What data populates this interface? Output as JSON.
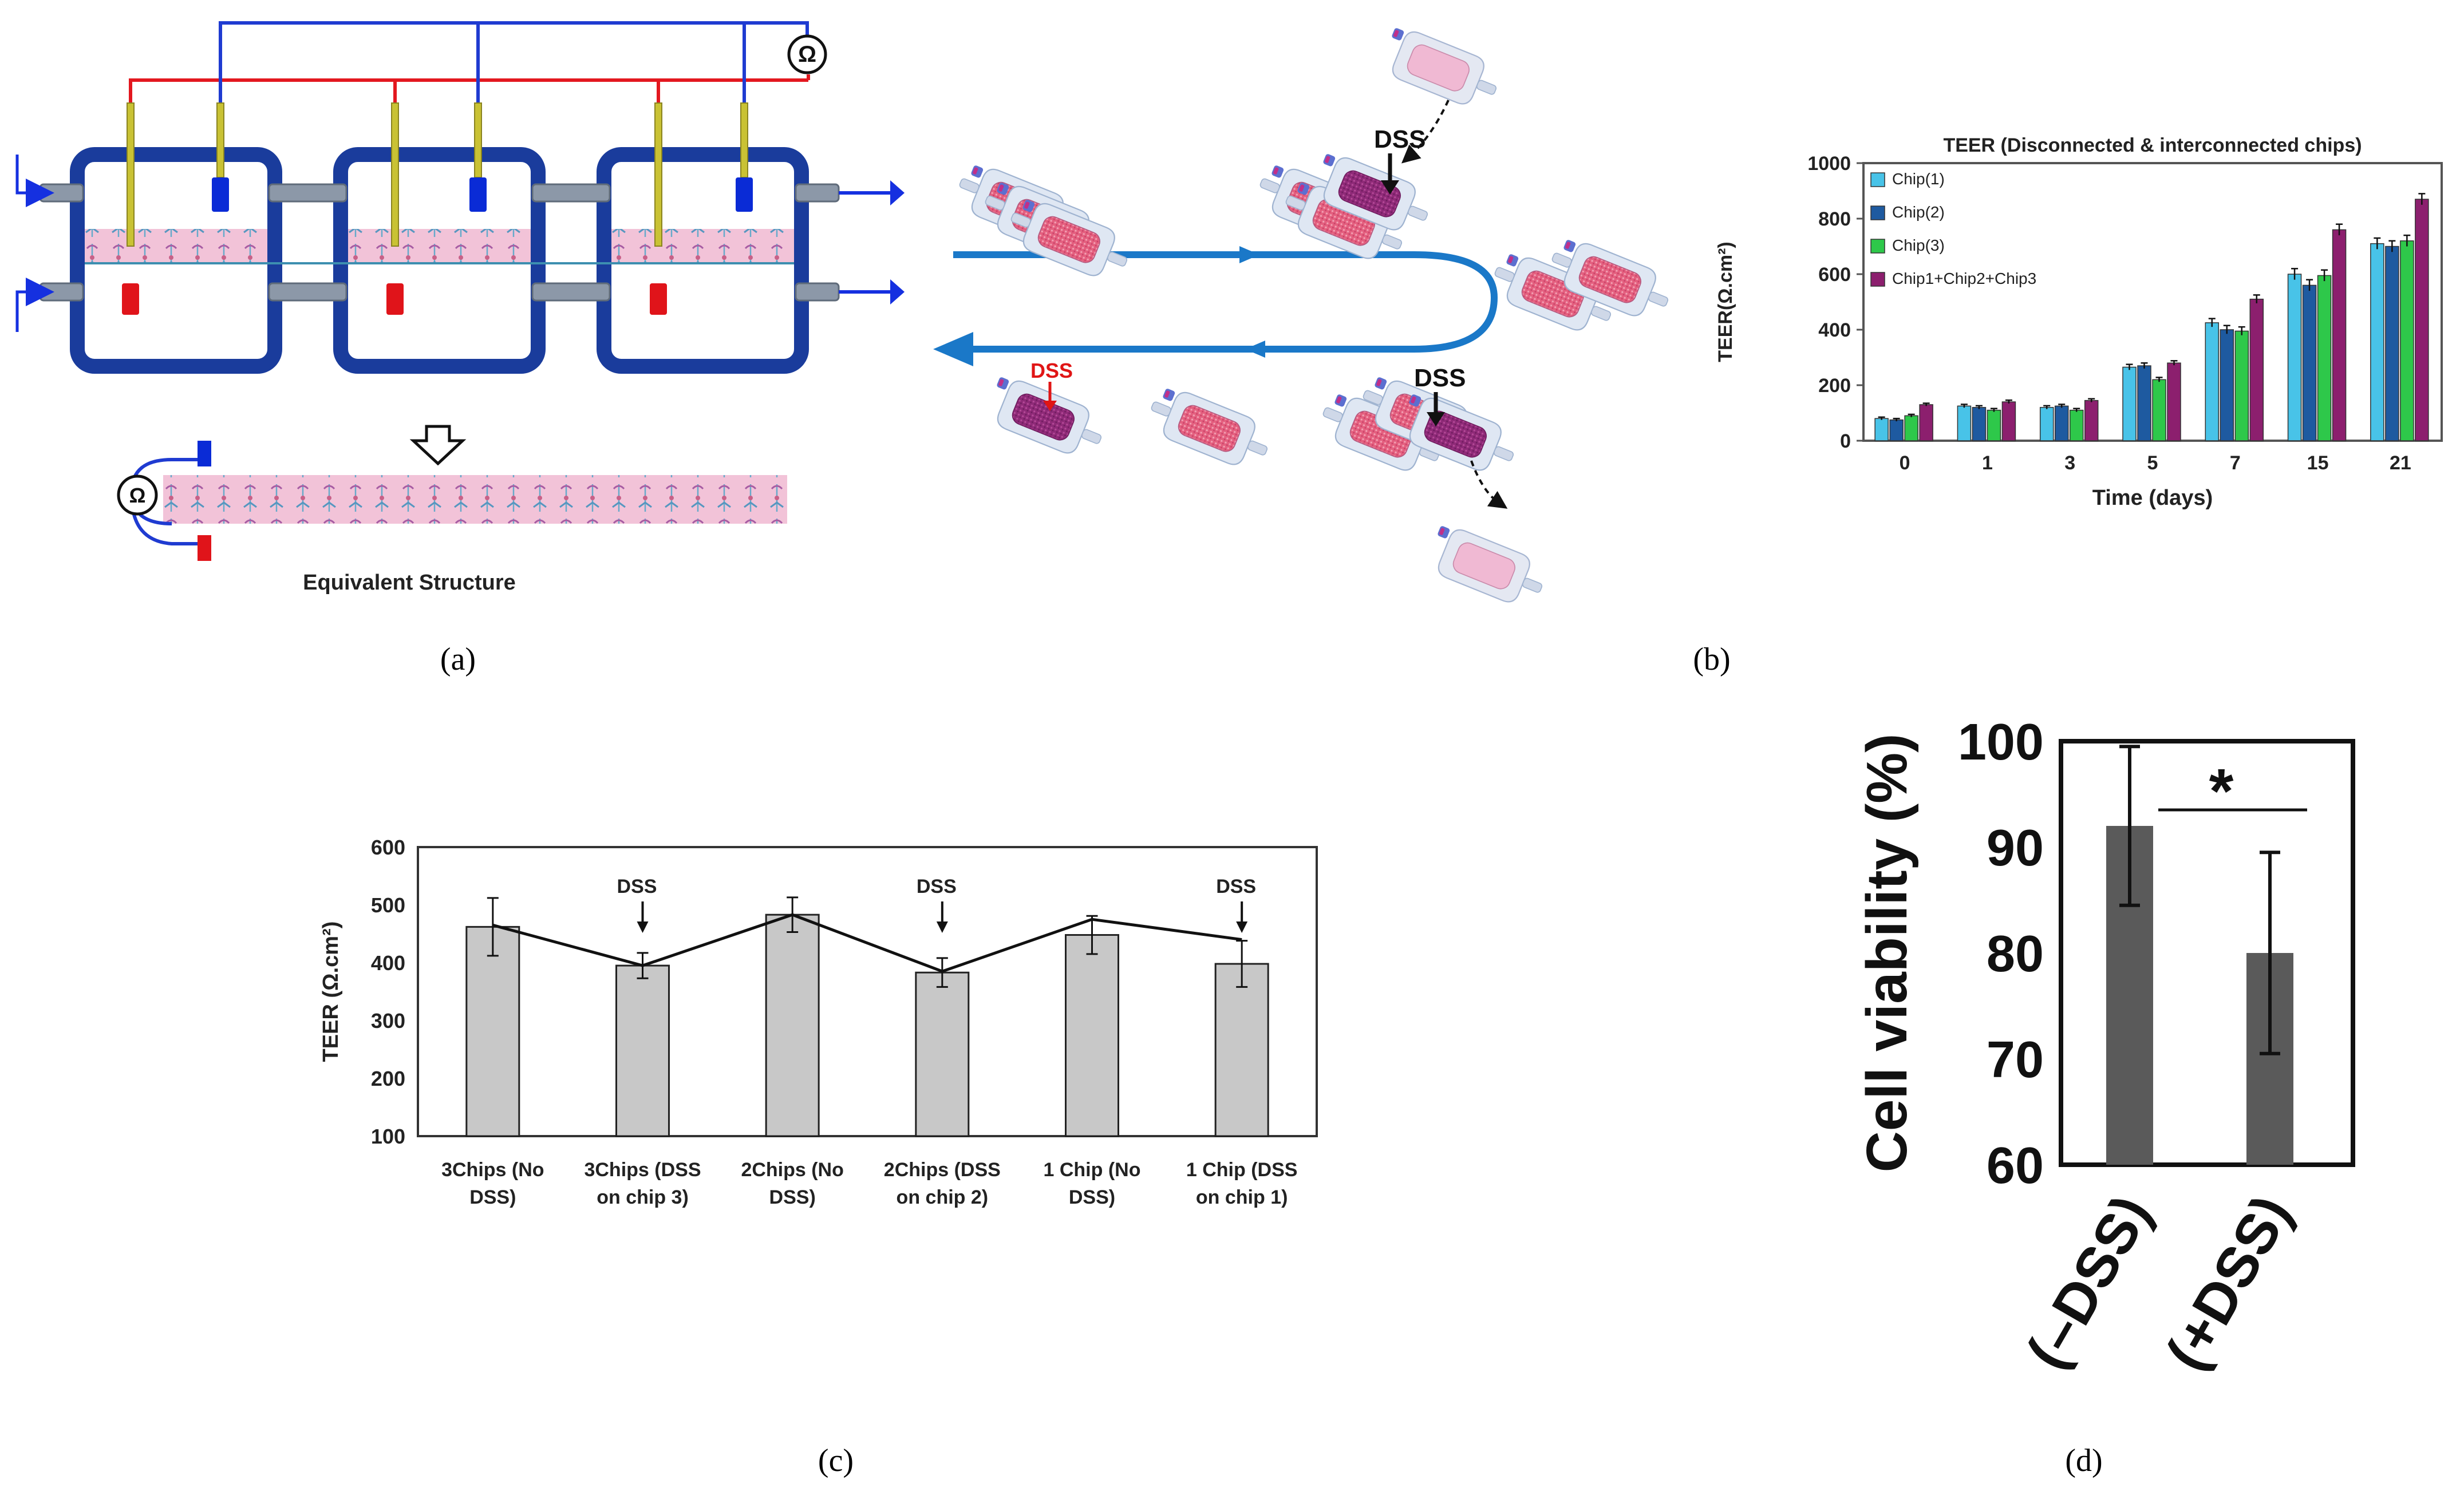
{
  "panels": {
    "a": {
      "caption": "(a)",
      "equiv_label": "Equivalent Structure",
      "ohm_symbol": "Ω"
    },
    "b": {
      "caption": "(b)",
      "dss_labels": [
        "DSS",
        "DSS",
        "DSS"
      ]
    },
    "c": {
      "caption": "(c)"
    },
    "d": {
      "caption": "(d)"
    }
  },
  "colors": {
    "frame_blue": "#1a3c9c",
    "electrode_blue": "#0a2bd6",
    "electrode_red": "#e0141a",
    "wire_red": "#e3181f",
    "wire_blue": "#1f3bd1",
    "rod_yellow": "#c9c234",
    "membrane_pink": "#f2c3d8",
    "flow_blue": "#1a78c8",
    "chip_pink": "#e8608c",
    "chip_dark": "#9c2f7c",
    "bar_grey": "#c8c8c8",
    "bar_dark": "#5a5a5a"
  },
  "chart_data": [
    {
      "type": "bar",
      "title": "TEER (Disconnected & interconnected chips)",
      "xlabel": "Time (days)",
      "ylabel": "TEER(Ω.cm²)",
      "ylim": [
        0,
        1000
      ],
      "yticks": [
        "0",
        "200",
        "400",
        "600",
        "800",
        "1000"
      ],
      "categories": [
        "0",
        "1",
        "3",
        "5",
        "7",
        "15",
        "21"
      ],
      "legend_position": "top-left",
      "series": [
        {
          "name": "Chip(1)",
          "color": "#48c3e8",
          "values": [
            80,
            125,
            120,
            265,
            425,
            600,
            710
          ],
          "errors": [
            5,
            6,
            6,
            10,
            15,
            20,
            20
          ]
        },
        {
          "name": "Chip(2)",
          "color": "#1e5aa0",
          "values": [
            75,
            120,
            125,
            270,
            400,
            560,
            700
          ],
          "errors": [
            5,
            6,
            6,
            10,
            15,
            20,
            20
          ]
        },
        {
          "name": "Chip(3)",
          "color": "#2ec84a",
          "values": [
            90,
            110,
            110,
            220,
            395,
            595,
            720
          ],
          "errors": [
            5,
            6,
            6,
            8,
            15,
            20,
            20
          ]
        },
        {
          "name": "Chip1+Chip2+Chip3",
          "color": "#8c1f6e",
          "values": [
            130,
            140,
            145,
            280,
            510,
            760,
            870
          ],
          "errors": [
            5,
            6,
            6,
            8,
            15,
            20,
            20
          ]
        }
      ]
    },
    {
      "type": "bar",
      "title": "",
      "xlabel": "",
      "ylabel": "TEER (Ω.cm²)",
      "ylim": [
        100,
        600
      ],
      "yticks": [
        "100",
        "200",
        "300",
        "400",
        "500",
        "600"
      ],
      "categories": [
        [
          "3Chips (No",
          "DSS)"
        ],
        [
          "3Chips (DSS",
          "on chip 3)"
        ],
        [
          "2Chips (No",
          "DSS)"
        ],
        [
          "2Chips (DSS",
          "on chip 2)"
        ],
        [
          "1 Chip (No",
          "DSS)"
        ],
        [
          "1 Chip (DSS",
          "on chip 1)"
        ]
      ],
      "values": [
        462,
        395,
        483,
        383,
        448,
        398
      ],
      "errors": [
        50,
        22,
        30,
        25,
        33,
        40
      ],
      "line": [
        465,
        395,
        483,
        385,
        475,
        440
      ],
      "annotations": [
        {
          "index": 1,
          "text": "DSS"
        },
        {
          "index": 3,
          "text": "DSS"
        },
        {
          "index": 5,
          "text": "DSS"
        }
      ]
    },
    {
      "type": "bar",
      "title": "",
      "ylabel": "Cell viability (%)",
      "ylim": [
        60,
        100
      ],
      "yticks": [
        "60",
        "70",
        "80",
        "90",
        "100"
      ],
      "categories": [
        "(–DSS)",
        "(+DSS)"
      ],
      "values": [
        92,
        80
      ],
      "errors": [
        7.5,
        9.5
      ],
      "significance": "*"
    }
  ]
}
